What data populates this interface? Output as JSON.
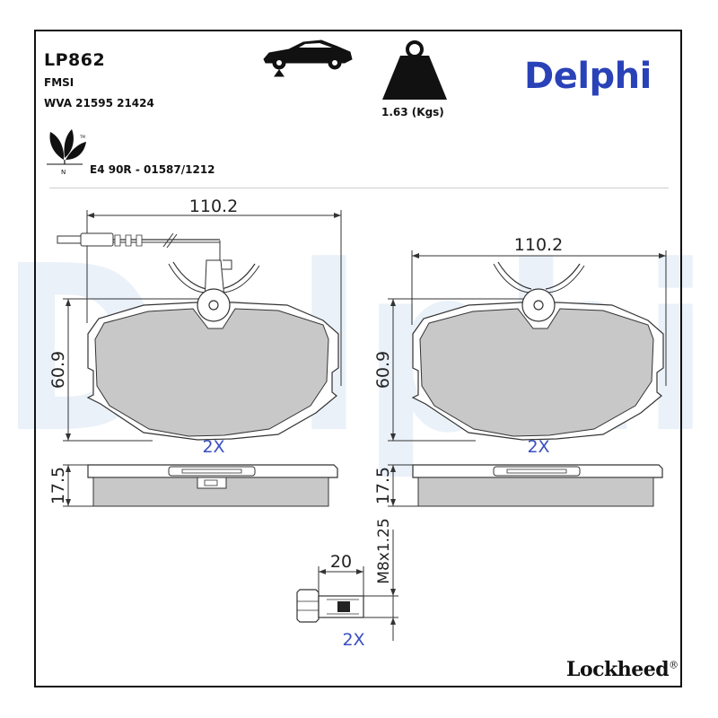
{
  "header": {
    "part_number": "LP862",
    "fmsi": "FMSI",
    "wva": "WVA 21595 21424",
    "weight": "1.63 (Kgs)",
    "approval": "E4 90R - 01587/1212"
  },
  "brand": "Delphi",
  "maker": "Lockheed",
  "maker_mark": "®",
  "watermark": "Delphi",
  "drawing": {
    "left_pad": {
      "width": "110.2",
      "height": "60.9",
      "thickness": "17.5",
      "quantity": "2X",
      "has_wear_sensor": true
    },
    "right_pad": {
      "width": "110.2",
      "height": "60.9",
      "thickness": "17.5",
      "quantity": "2X",
      "has_wear_sensor": false
    },
    "bolt": {
      "length": "20",
      "thread": "M8x1.25",
      "quantity": "2X"
    }
  },
  "colors": {
    "brand_blue": "#2a42b8",
    "pad_fill": "#c8c8c8",
    "watermark": "#eaf1f9",
    "dimension_text": "#222222",
    "quantity_text": "#3a4fc0"
  },
  "icons": [
    "car-icon",
    "weight-icon",
    "eco-leaf-icon"
  ]
}
